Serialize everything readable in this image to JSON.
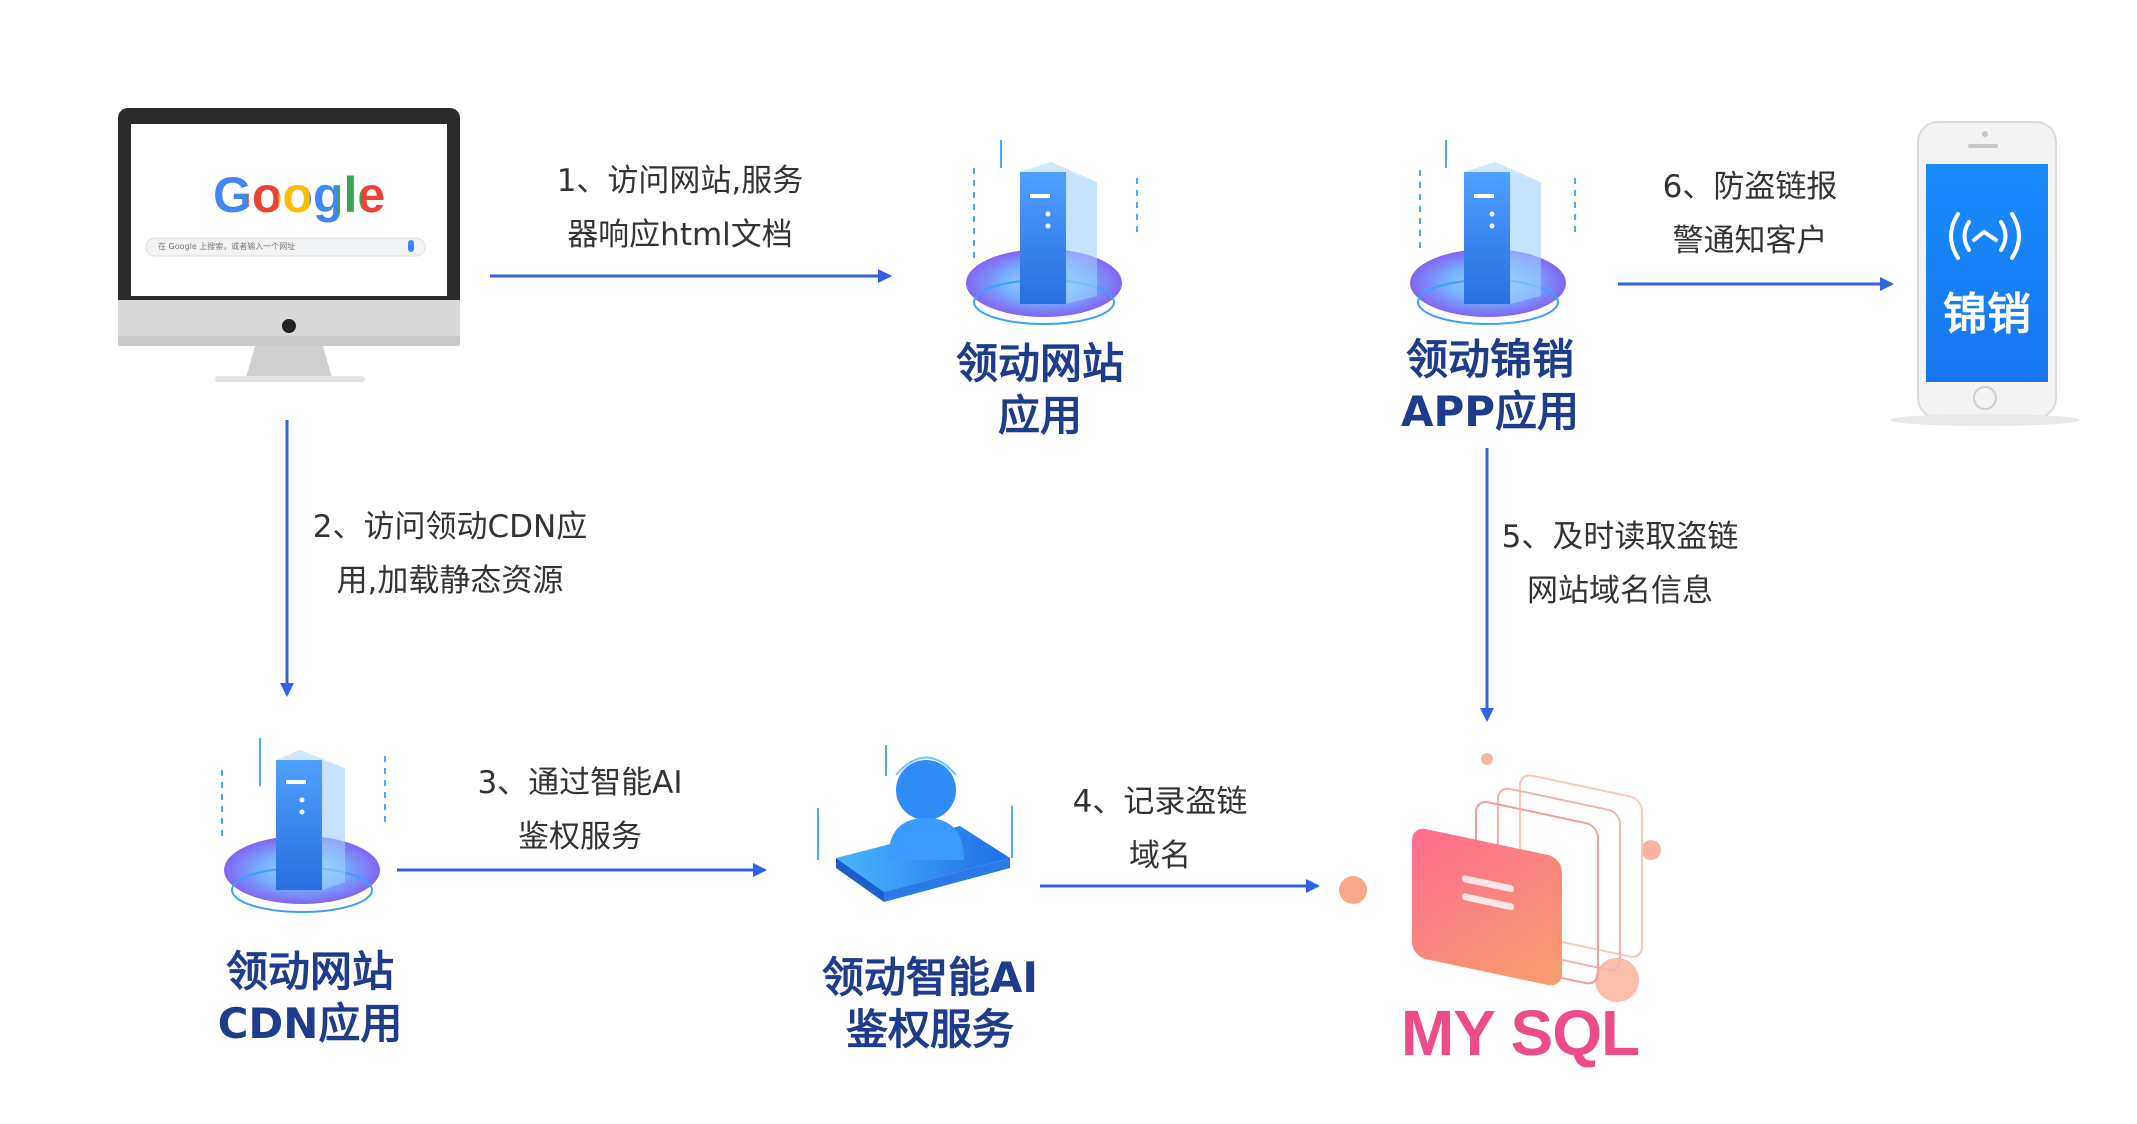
{
  "steps": {
    "step1": [
      "1、访问网站,服务",
      "器响应html文档"
    ],
    "step2": [
      "2、访问领动CDN应",
      "用,加载静态资源"
    ],
    "step3": [
      "3、通过智能AI",
      "鉴权服务"
    ],
    "step4": [
      "4、记录盗链",
      "域名"
    ],
    "step5": [
      "5、及时读取盗链",
      "网站域名信息"
    ],
    "step6": [
      "6、防盗链报",
      "警通知客户"
    ]
  },
  "nodes": {
    "web_app": [
      "领动网站",
      "应用"
    ],
    "app": [
      "领动锦销",
      "APP应用"
    ],
    "cdn": [
      "领动网站",
      "CDN应用"
    ],
    "ai": [
      "领动智能AI",
      "鉴权服务"
    ],
    "mysql": "MY SQL"
  },
  "computer": {
    "brand": "Google",
    "search_placeholder": "在 Google 上搜索，或者输入一个网址"
  },
  "phone": {
    "label": "锦销"
  },
  "colors": {
    "arrow": "#2f62e8",
    "node_text": "#1e3c8c",
    "step_text": "#333333",
    "mysql": "#ec4c8a"
  }
}
